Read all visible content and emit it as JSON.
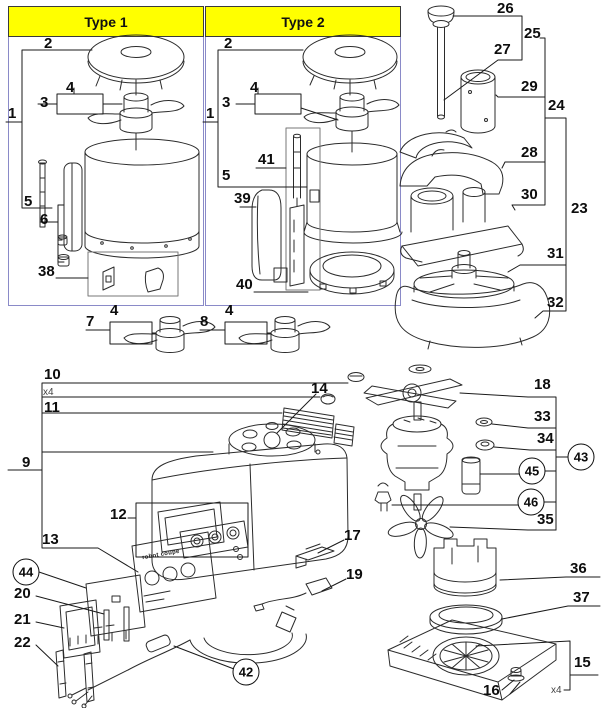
{
  "header": {
    "type1_label": "Type 1",
    "type2_label": "Type 2"
  },
  "branding": {
    "faceplate_logo": "robot coupe"
  },
  "colors": {
    "header_bg": "#ffff00",
    "box_border": "#8a8ac8",
    "line": "#2b2b2b",
    "label": "#0d0d0d"
  },
  "callouts": {
    "t1_1": "1",
    "t1_2": "2",
    "t1_3": "3",
    "t1_4": "4",
    "t1_5": "5",
    "t1_6": "6",
    "t1_38": "38",
    "t2_1": "1",
    "t2_2": "2",
    "t2_3": "3",
    "t2_4": "4",
    "t2_5": "5",
    "t2_39": "39",
    "t2_40": "40",
    "t2_41": "41",
    "b7": "7",
    "b7_4": "4",
    "b8": "8",
    "b8_4": "4",
    "c9": "9",
    "c10": "10",
    "c11": "11",
    "c12": "12",
    "c13": "13",
    "c14": "14",
    "c15": "15",
    "c16": "16",
    "c17": "17",
    "c18": "18",
    "c19": "19",
    "c20": "20",
    "c21": "21",
    "c22": "22",
    "c23": "23",
    "c24": "24",
    "c25": "25",
    "c26": "26",
    "c27": "27",
    "c28": "28",
    "c29": "29",
    "c30": "30",
    "c31": "31",
    "c32": "32",
    "c33": "33",
    "c34": "34",
    "c35": "35",
    "c36": "36",
    "c37": "37",
    "c42": "42",
    "c43": "43",
    "c44": "44",
    "c45": "45",
    "c46": "46",
    "qty_x4_top": "x4",
    "qty_x4_bottom": "x4"
  }
}
